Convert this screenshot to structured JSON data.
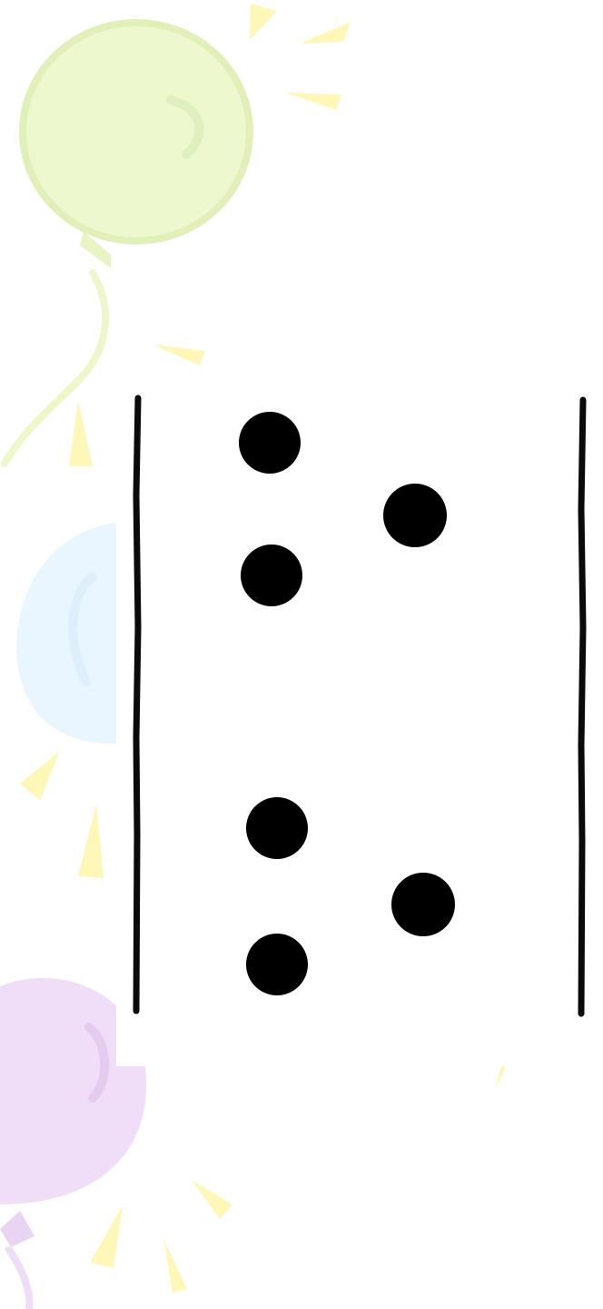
{
  "background": {
    "color": "#ffffff",
    "balloon_colors": [
      "#eef8cf",
      "#e9f5ff",
      "#f0ddf7"
    ],
    "accent_color": "#fff7b8"
  },
  "diagram": {
    "line_color": "#0a0a0a",
    "dot_color": "#000000",
    "boundary_lines": 2,
    "dot_groups": [
      {
        "group": "upper",
        "dots": 3
      },
      {
        "group": "lower",
        "dots": 3
      }
    ]
  }
}
